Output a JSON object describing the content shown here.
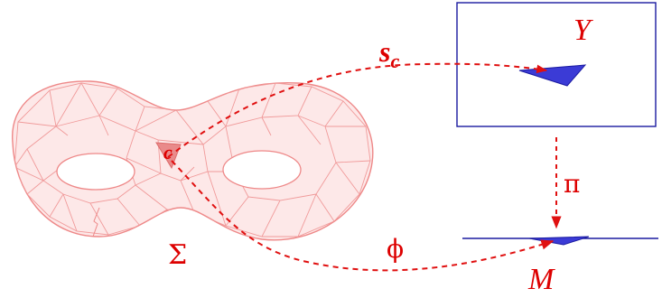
{
  "labels": {
    "sigma": "Σ",
    "cell": "c",
    "section_s": "s",
    "section_sub": "c",
    "total_space": "Y",
    "projection": "π",
    "map": "ϕ",
    "base": "M"
  },
  "colors": {
    "surface_fill": "#fde8e8",
    "surface_stroke": "#ee8888",
    "mesh": "#f09a9a",
    "cell_fill": "#e98a8a",
    "label_red": "#dd0000",
    "arrow_red": "#e01010",
    "box_blue": "#1a1aa0",
    "patch_fill": "#3b3bd6"
  }
}
